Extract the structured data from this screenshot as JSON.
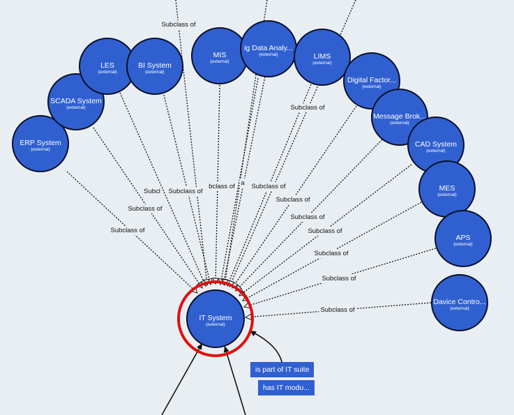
{
  "center": {
    "title": "IT System",
    "sub": "(external)"
  },
  "nodes": [
    {
      "id": "erp",
      "title": "ERP System",
      "sub": "(external)"
    },
    {
      "id": "scada",
      "title": "SCADA System",
      "sub": "(external)"
    },
    {
      "id": "les",
      "title": "LES",
      "sub": "(external)"
    },
    {
      "id": "bi",
      "title": "BI System",
      "sub": "(external)"
    },
    {
      "id": "mis",
      "title": "MIS",
      "sub": "(external)"
    },
    {
      "id": "bigdata",
      "title": "ig Data Analy...",
      "sub": "(external)"
    },
    {
      "id": "lims",
      "title": "LIMS",
      "sub": "(external)"
    },
    {
      "id": "digital",
      "title": "Digital Factor...",
      "sub": "(external)"
    },
    {
      "id": "msgbroker",
      "title": "Message Brok...",
      "sub": "(external)"
    },
    {
      "id": "cad",
      "title": "CAD System",
      "sub": "(external)"
    },
    {
      "id": "mes",
      "title": "MES",
      "sub": "(external)"
    },
    {
      "id": "aps",
      "title": "APS",
      "sub": "(external)"
    },
    {
      "id": "device",
      "title": "Davice Contro...",
      "sub": "(external)"
    }
  ],
  "edge_labels": [
    "Subclass of",
    "Subclass of",
    "Subclass of",
    "Subcl",
    "Subclass of",
    "bclass of",
    "a",
    "Subclass of",
    "Subclass of",
    "Subclass of",
    "Subclass of",
    "Subclass of",
    "Subclass of",
    "Subclass of",
    "Subclass of",
    "Subclass of"
  ],
  "relations": {
    "part_of": "is part of IT suite",
    "has_module": "has IT modu..."
  },
  "colors": {
    "node_fill": "#3060d0",
    "highlight_ring": "#e01010",
    "background": "#e9eef2"
  }
}
